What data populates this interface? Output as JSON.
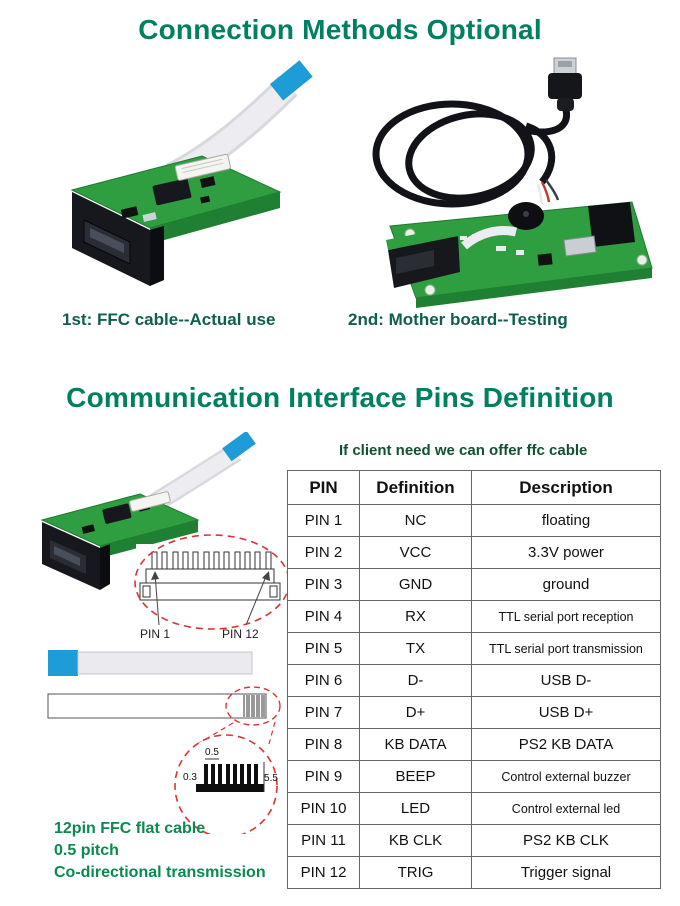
{
  "colors": {
    "title": "#008060",
    "caption": "#0e5f4e",
    "note": "#0f5132",
    "bottom-notes": "#0b8a4f",
    "red-dashed": "#e03131",
    "ribbon-blue": "#1e9cd7",
    "pcb-green": "#2f9e41",
    "table-border": "#666666"
  },
  "section1": {
    "title": "Connection Methods Optional",
    "caption_left": "1st: FFC cable--Actual use",
    "caption_right": "2nd: Mother board--Testing"
  },
  "section2": {
    "title": "Communication Interface Pins Definition",
    "note": "If client need we can offer ffc cable",
    "connector": {
      "pin_first": "PIN 1",
      "pin_last": "PIN 12"
    },
    "cable_dims": {
      "pitch": "0.5",
      "finger": "0.3",
      "width": "5.5"
    },
    "bottom_notes": [
      "12pin FFC flat cable",
      "0.5 pitch",
      "Co-directional transmission"
    ],
    "table": {
      "headers": [
        "PIN",
        "Definition",
        "Description"
      ],
      "rows": [
        [
          "PIN 1",
          "NC",
          "floating"
        ],
        [
          "PIN 2",
          "VCC",
          "3.3V power"
        ],
        [
          "PIN 3",
          "GND",
          "ground"
        ],
        [
          "PIN 4",
          "RX",
          "TTL serial port reception"
        ],
        [
          "PIN 5",
          "TX",
          "TTL serial port transmission"
        ],
        [
          "PIN 6",
          "D-",
          "USB D-"
        ],
        [
          "PIN 7",
          "D+",
          "USB D+"
        ],
        [
          "PIN 8",
          "KB DATA",
          "PS2 KB DATA"
        ],
        [
          "PIN 9",
          "BEEP",
          "Control external buzzer"
        ],
        [
          "PIN 10",
          "LED",
          "Control external led"
        ],
        [
          "PIN 11",
          "KB CLK",
          "PS2 KB CLK"
        ],
        [
          "PIN 12",
          "TRIG",
          "Trigger signal"
        ]
      ]
    }
  }
}
